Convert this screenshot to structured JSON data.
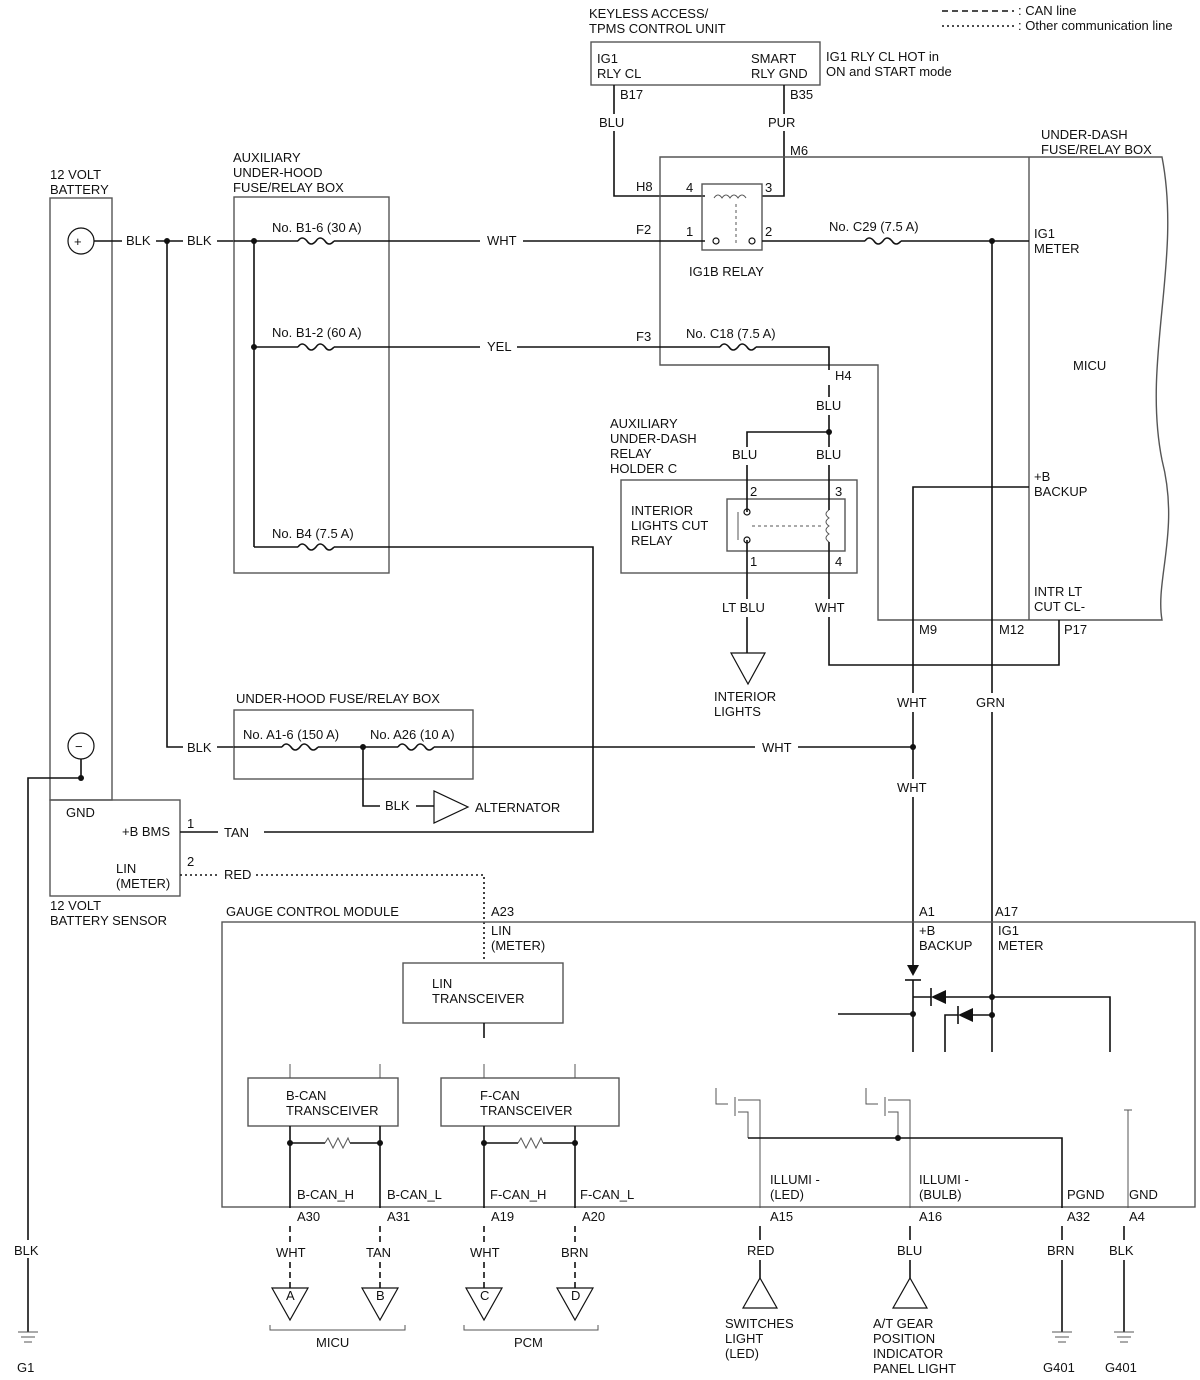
{
  "legend": {
    "can_line": ": CAN line",
    "other_line": ": Other communication line"
  },
  "keyless": {
    "title1": "KEYLESS ACCESS/",
    "title2": "TPMS CONTROL UNIT",
    "ig1_1": "IG1",
    "ig1_2": "RLY CL",
    "smart_1": "SMART",
    "smart_2": "RLY GND",
    "note1": "IG1 RLY CL HOT in",
    "note2": "ON and START mode",
    "pin_b17": "B17",
    "pin_b35": "B35",
    "wire_blu": "BLU",
    "wire_pur": "PUR"
  },
  "underdash": {
    "title1": "UNDER-DASH",
    "title2": "FUSE/RELAY BOX",
    "m6": "M6",
    "h8": "H8",
    "f2": "F2",
    "f3": "F3",
    "h4": "H4",
    "relay_name": "IG1B RELAY",
    "r1": "1",
    "r2": "2",
    "r3": "3",
    "r4": "4",
    "fuse_c29": "No. C29 (7.5 A)",
    "fuse_c18": "No. C18 (7.5 A)",
    "ig1_meter_1": "IG1",
    "ig1_meter_2": "METER",
    "micu": "MICU",
    "backup1": "+B",
    "backup2": "BACKUP",
    "intr1": "INTR LT",
    "intr2": "CUT CL-",
    "m9": "M9",
    "m12": "M12",
    "p17": "P17"
  },
  "battery": {
    "title1": "12 VOLT",
    "title2": "BATTERY",
    "plus": "+",
    "minus": "−",
    "blk1": "BLK",
    "blk2": "BLK",
    "blk3": "BLK"
  },
  "aux_hood": {
    "title1": "AUXILIARY",
    "title2": "UNDER-HOOD",
    "title3": "FUSE/RELAY BOX",
    "fuse_b16": "No. B1-6 (30 A)",
    "fuse_b12": "No. B1-2 (60 A)",
    "fuse_b4": "No. B4 (7.5 A)",
    "wire_wht": "WHT",
    "wire_yel": "YEL"
  },
  "aux_relay": {
    "title1": "AUXILIARY",
    "title2": "UNDER-DASH",
    "title3": "RELAY",
    "title4": "HOLDER C",
    "blu_h4": "BLU",
    "blu_left": "BLU",
    "blu_right": "BLU",
    "p1": "1",
    "p2": "2",
    "p3": "3",
    "p4": "4",
    "name1": "INTERIOR",
    "name2": "LIGHTS CUT",
    "name3": "RELAY",
    "wire_ltblu": "LT BLU",
    "wire_wht": "WHT",
    "dest1": "INTERIOR",
    "dest2": "LIGHTS"
  },
  "hood": {
    "title": "UNDER-HOOD FUSE/RELAY BOX",
    "blk": "BLK",
    "fuse_a16": "No. A1-6 (150 A)",
    "fuse_a26": "No. A26 (10 A)",
    "wire_wht": "WHT",
    "blk_alt": "BLK",
    "alternator": "ALTERNATOR"
  },
  "sensor": {
    "gnd": "GND",
    "bbms": "+B BMS",
    "lin1": "LIN",
    "lin2": "(METER)",
    "pin1": "1",
    "pin2": "2",
    "tan": "TAN",
    "red": "RED",
    "title1": "12 VOLT",
    "title2": "BATTERY SENSOR"
  },
  "mid": {
    "wht_m9": "WHT",
    "grn_m12": "GRN",
    "wht_a1": "WHT"
  },
  "gauge": {
    "title": "GAUGE CONTROL MODULE",
    "a23": "A23",
    "lin1": "LIN",
    "lin2": "(METER)",
    "lin_tr1": "LIN",
    "lin_tr2": "TRANSCEIVER",
    "a1": "A1",
    "a17": "A17",
    "backup1": "+B",
    "backup2": "BACKUP",
    "ig1_1": "IG1",
    "ig1_2": "METER",
    "bcan1": "B-CAN",
    "bcan2": "TRANSCEIVER",
    "fcan1": "F-CAN",
    "fcan2": "TRANSCEIVER",
    "bcan_h": "B-CAN_H",
    "bcan_l": "B-CAN_L",
    "fcan_h": "F-CAN_H",
    "fcan_l": "F-CAN_L",
    "illumi_led1": "ILLUMI -",
    "illumi_led2": "(LED)",
    "illumi_bulb1": "ILLUMI -",
    "illumi_bulb2": "(BULB)",
    "pgnd": "PGND",
    "gnd": "GND"
  },
  "bottom": {
    "blk_left": "BLK",
    "g1": "G1",
    "a30": "A30",
    "a31": "A31",
    "a19": "A19",
    "a20": "A20",
    "a15": "A15",
    "a16": "A16",
    "a32": "A32",
    "a4": "A4",
    "wht1": "WHT",
    "tan": "TAN",
    "wht2": "WHT",
    "brn1": "BRN",
    "red": "RED",
    "blu": "BLU",
    "brn2": "BRN",
    "blk": "BLK",
    "tA": "A",
    "tB": "B",
    "tC": "C",
    "tD": "D",
    "micu": "MICU",
    "pcm": "PCM",
    "sw1": "SWITCHES",
    "sw2": "LIGHT",
    "sw3": "(LED)",
    "at1": "A/T GEAR",
    "at2": "POSITION",
    "at3": "INDICATOR",
    "at4": "PANEL LIGHT",
    "g401a": "G401",
    "g401b": "G401"
  }
}
